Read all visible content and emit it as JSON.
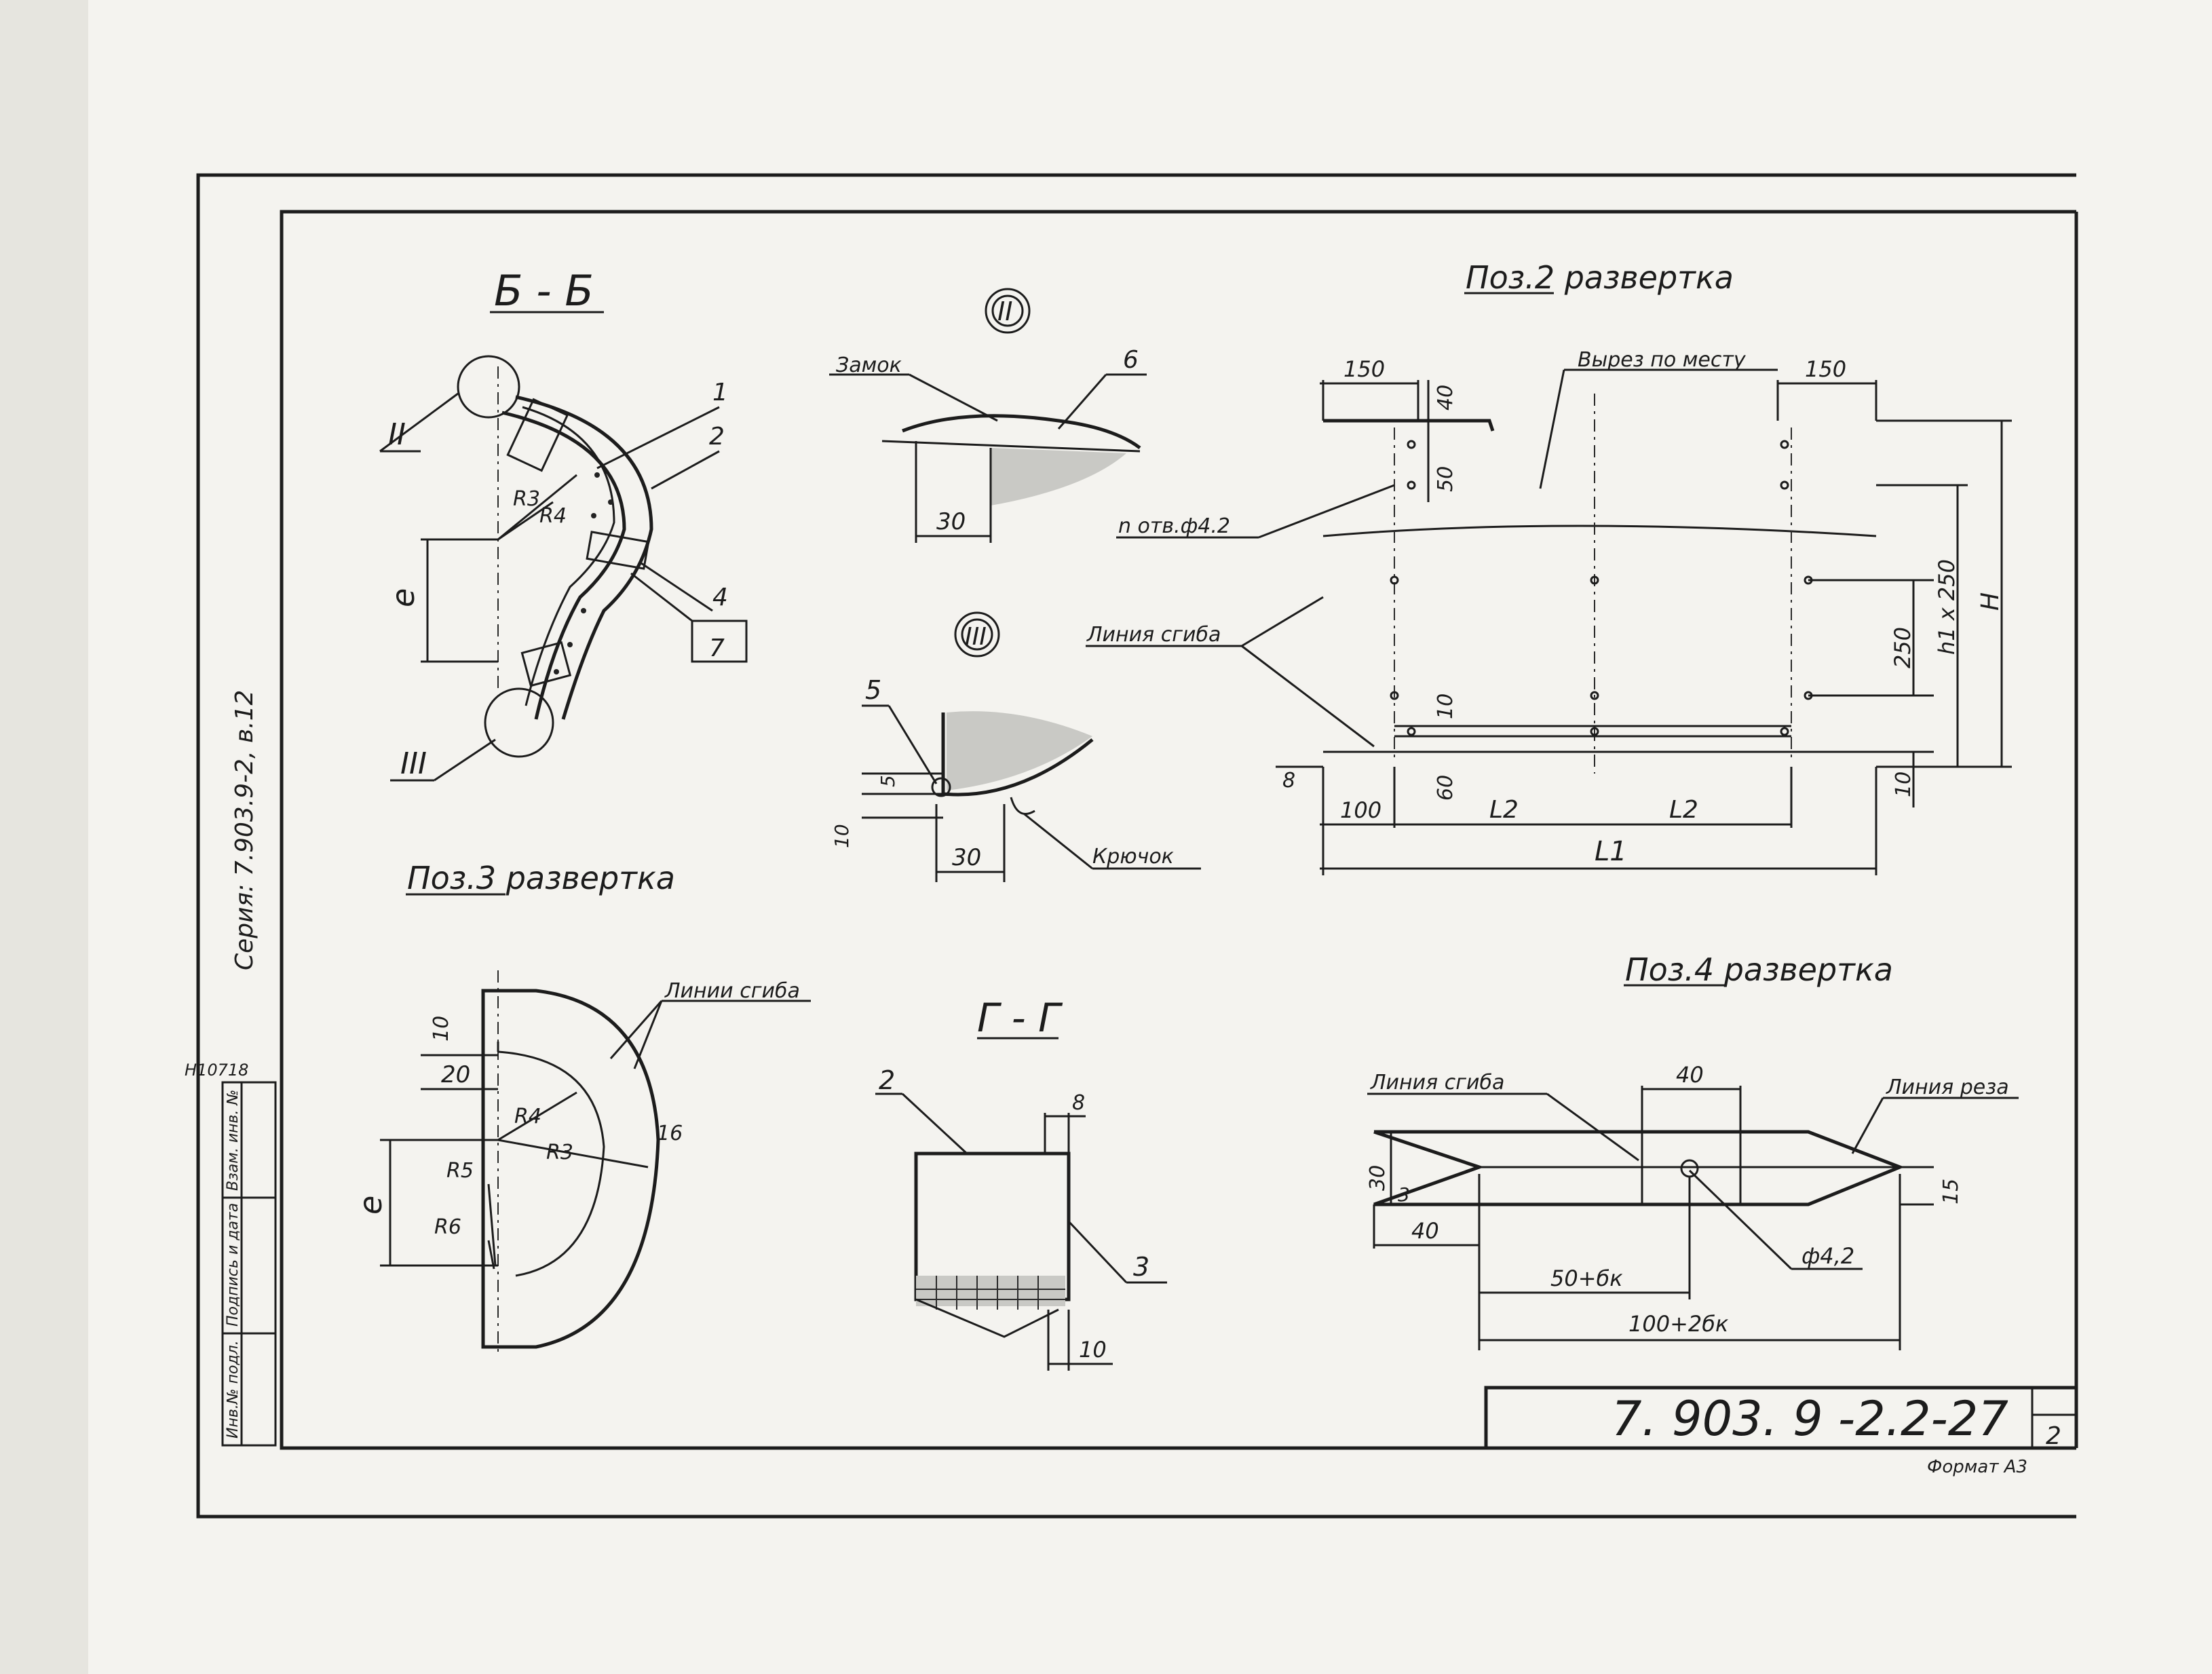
{
  "section_bb": {
    "title": "Б - Б",
    "roman_ii": "II",
    "roman_iii": "III",
    "p1": "1",
    "p2": "2",
    "p4": "4",
    "p7": "7",
    "r3": "R3",
    "r4": "R4",
    "e": "e"
  },
  "detail_ii": {
    "title": "II",
    "zamok": "Замок",
    "p6": "6",
    "d30": "30"
  },
  "detail_iii": {
    "title": "III",
    "p5": "5",
    "d5": "5",
    "d10": "10",
    "d30": "30",
    "kryuchok": "Крючок"
  },
  "pos3": {
    "title": "Поз.3 развертка",
    "liniya": "Линии сгиба",
    "d10": "10",
    "d20": "20",
    "r4": "R4",
    "r3": "R3",
    "r5": "R5",
    "r6": "R6",
    "e": "e",
    "d16": "16"
  },
  "section_gg": {
    "title": "Г - Г",
    "p2": "2",
    "p3": "3",
    "d8": "8",
    "d10": "10"
  },
  "pos2": {
    "title": "Поз.2 развертка",
    "vyrez": "Вырез по месту",
    "d150a": "150",
    "d150b": "150",
    "d40": "40",
    "d50": "50",
    "otv": "n отв.ф4.2",
    "liniya": "Линия сгиба",
    "d10": "10",
    "d60": "60",
    "d8": "8",
    "d100": "100",
    "l2a": "L2",
    "l2b": "L2",
    "l1": "L1",
    "d250": "250",
    "h1": "h1 x 250",
    "h": "H",
    "d10b": "10"
  },
  "pos4": {
    "title": "Поз.4 развертка",
    "liniya_sgiba": "Линия сгиба",
    "liniya_reza": "Линия реза",
    "d40a": "40",
    "d30": "30",
    "d3": "3",
    "d15": "15",
    "d40b": "40",
    "d50": "50+бк",
    "d100": "100+2бк",
    "phi": "ф4,2"
  },
  "side": {
    "seriya": "Серия: 7.903.9-2, в.12",
    "inv": "Н10718"
  },
  "stamp": {
    "col1": "Инв.№ подл.",
    "col2": "Подпись и дата",
    "col3": "Взам. инв. №"
  },
  "title_block": {
    "code": "7. 903. 9 -2.2-27",
    "sheet": "2",
    "format": "Формат А3"
  }
}
